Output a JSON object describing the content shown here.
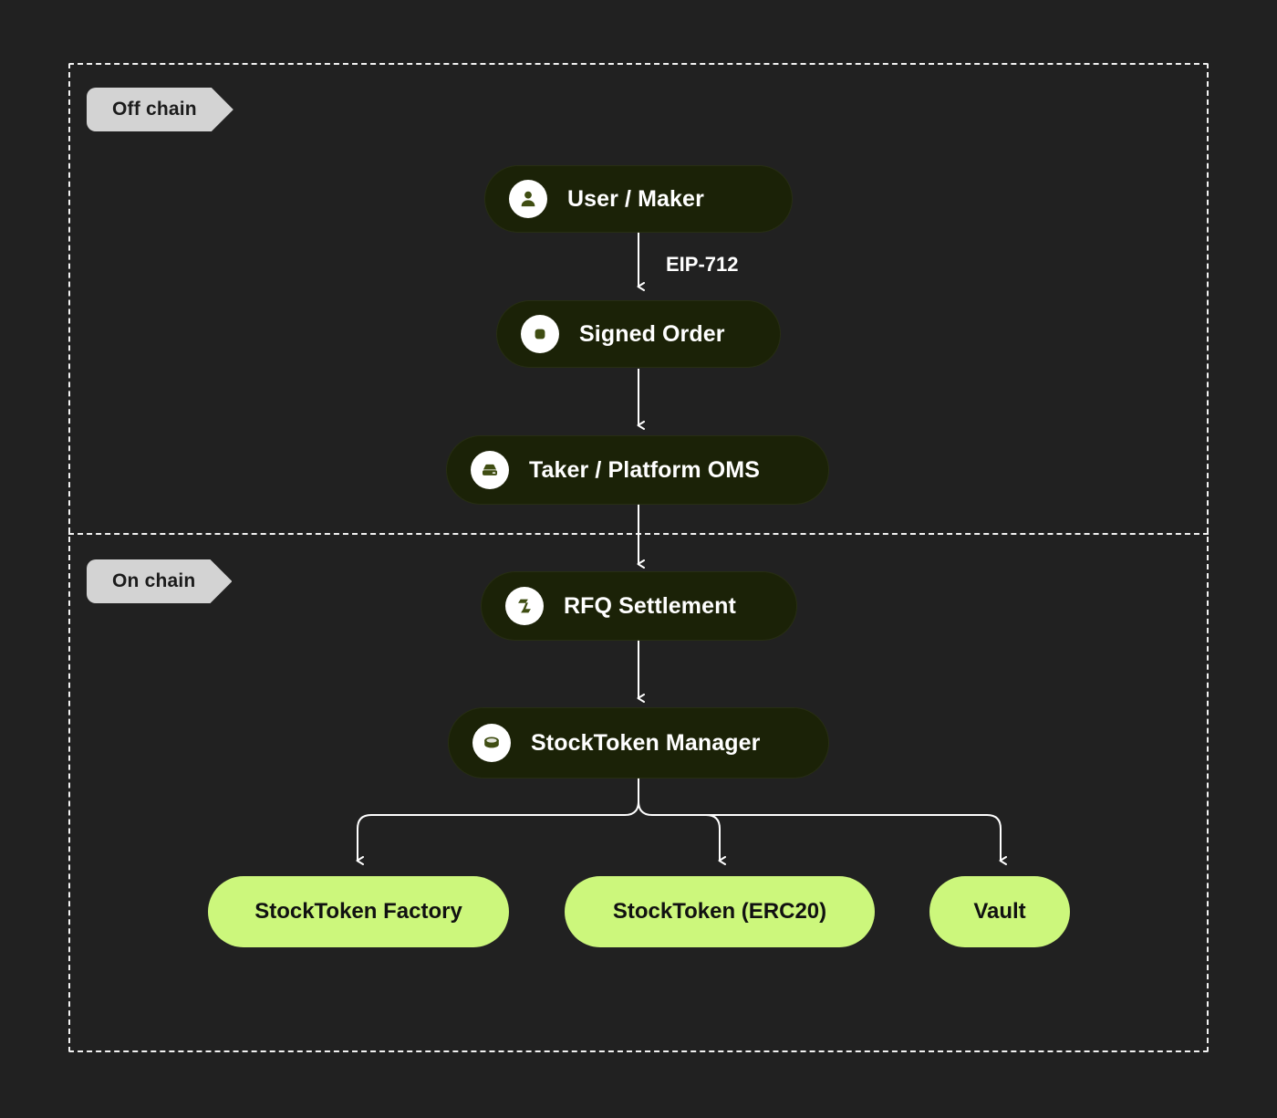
{
  "diagram": {
    "background_color": "#212121",
    "lanes": [
      {
        "id": "off-chain",
        "label": "Off chain"
      },
      {
        "id": "on-chain",
        "label": "On chain"
      }
    ],
    "colors": {
      "dark_node_bg": "#1b2207",
      "dark_node_text": "#ffffff",
      "green_node_bg": "#ccf77c",
      "green_node_text": "#111111",
      "lane_tag_bg": "#d3d3d3",
      "lane_tag_text": "#1b1b1b",
      "edge_stroke": "#ffffff",
      "frame_stroke": "#f2f2f2"
    },
    "nodes": [
      {
        "id": "user-maker",
        "label": "User / Maker",
        "icon": "user-icon",
        "style": "dark",
        "lane": "off-chain"
      },
      {
        "id": "signed-order",
        "label": "Signed Order",
        "icon": "document-icon",
        "style": "dark",
        "lane": "off-chain"
      },
      {
        "id": "taker-oms",
        "label": "Taker / Platform OMS",
        "icon": "server-icon",
        "style": "dark",
        "lane": "off-chain"
      },
      {
        "id": "rfq-settlement",
        "label": "RFQ Settlement",
        "icon": "bolt-icon",
        "style": "dark",
        "lane": "on-chain"
      },
      {
        "id": "stocktoken-manager",
        "label": "StockToken Manager",
        "icon": "coin-icon",
        "style": "dark",
        "lane": "on-chain"
      },
      {
        "id": "stocktoken-factory",
        "label": "StockToken Factory",
        "icon": null,
        "style": "green",
        "lane": "on-chain"
      },
      {
        "id": "stocktoken-erc20",
        "label": "StockToken (ERC20)",
        "icon": null,
        "style": "green",
        "lane": "on-chain"
      },
      {
        "id": "vault",
        "label": "Vault",
        "icon": null,
        "style": "green",
        "lane": "on-chain"
      }
    ],
    "edges": [
      {
        "from": "user-maker",
        "to": "signed-order",
        "label": "EIP-712"
      },
      {
        "from": "signed-order",
        "to": "taker-oms",
        "label": ""
      },
      {
        "from": "taker-oms",
        "to": "rfq-settlement",
        "label": ""
      },
      {
        "from": "rfq-settlement",
        "to": "stocktoken-manager",
        "label": ""
      },
      {
        "from": "stocktoken-manager",
        "to": "stocktoken-factory",
        "label": ""
      },
      {
        "from": "stocktoken-manager",
        "to": "stocktoken-erc20",
        "label": ""
      },
      {
        "from": "stocktoken-manager",
        "to": "vault",
        "label": ""
      }
    ]
  }
}
